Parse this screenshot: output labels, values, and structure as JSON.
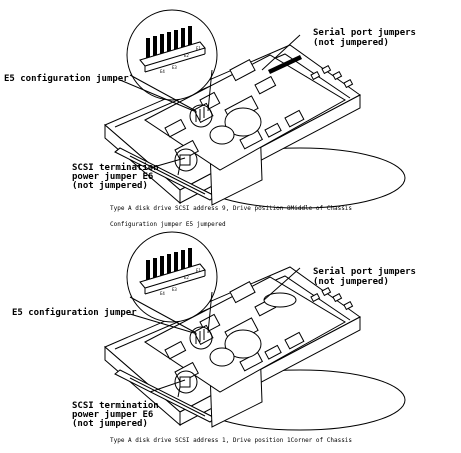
{
  "figures": [
    {
      "serial_label_1": "Serial port jumpers",
      "serial_label_2": "(not jumpered)",
      "e5_label": "E5 configuration jumper",
      "scsi_label_1": "SCSI termination",
      "scsi_label_2": "power jumper E6",
      "scsi_label_3": "(not jumpered)",
      "caption_1": "Type A disk drive SCSI address 9, Drive position 8Middle of Chassis",
      "caption_2": "Configuration jumper E5  jumpered",
      "pins": [
        "E4",
        "E3",
        "E2",
        "E1"
      ]
    },
    {
      "serial_label_1": "Serial port jumpers",
      "serial_label_2": "(not jumpered)",
      "e5_label": "E5 configuration jumper",
      "scsi_label_1": "SCSI termination",
      "scsi_label_2": "power jumper E6",
      "scsi_label_3": "(not jumpered)",
      "caption_1": "Type A disk drive SCSI address 1, Drive position 1Corner of Chassis",
      "pins": [
        "E4",
        "E3",
        "E2",
        "E1"
      ]
    }
  ]
}
